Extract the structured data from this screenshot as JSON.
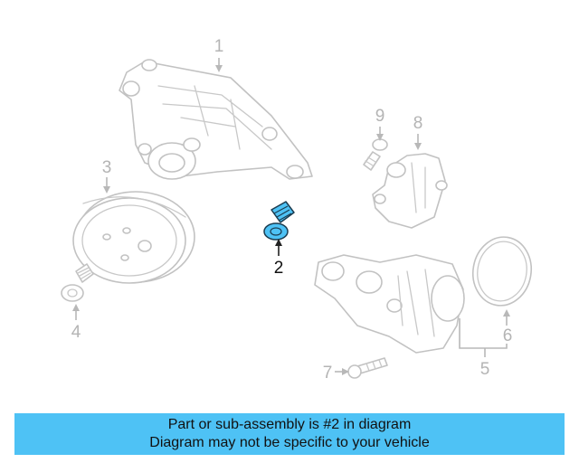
{
  "diagram": {
    "highlight_color": "#4ec2f5",
    "highlighted_part": "2",
    "callouts": {
      "c1": "1",
      "c2": "2",
      "c3": "3",
      "c4": "4",
      "c5": "5",
      "c6": "6",
      "c7": "7",
      "c8": "8",
      "c9": "9"
    }
  },
  "caption": {
    "line1": "Part or sub-assembly is #2 in diagram",
    "line2": "Diagram may not be specific to your vehicle"
  }
}
